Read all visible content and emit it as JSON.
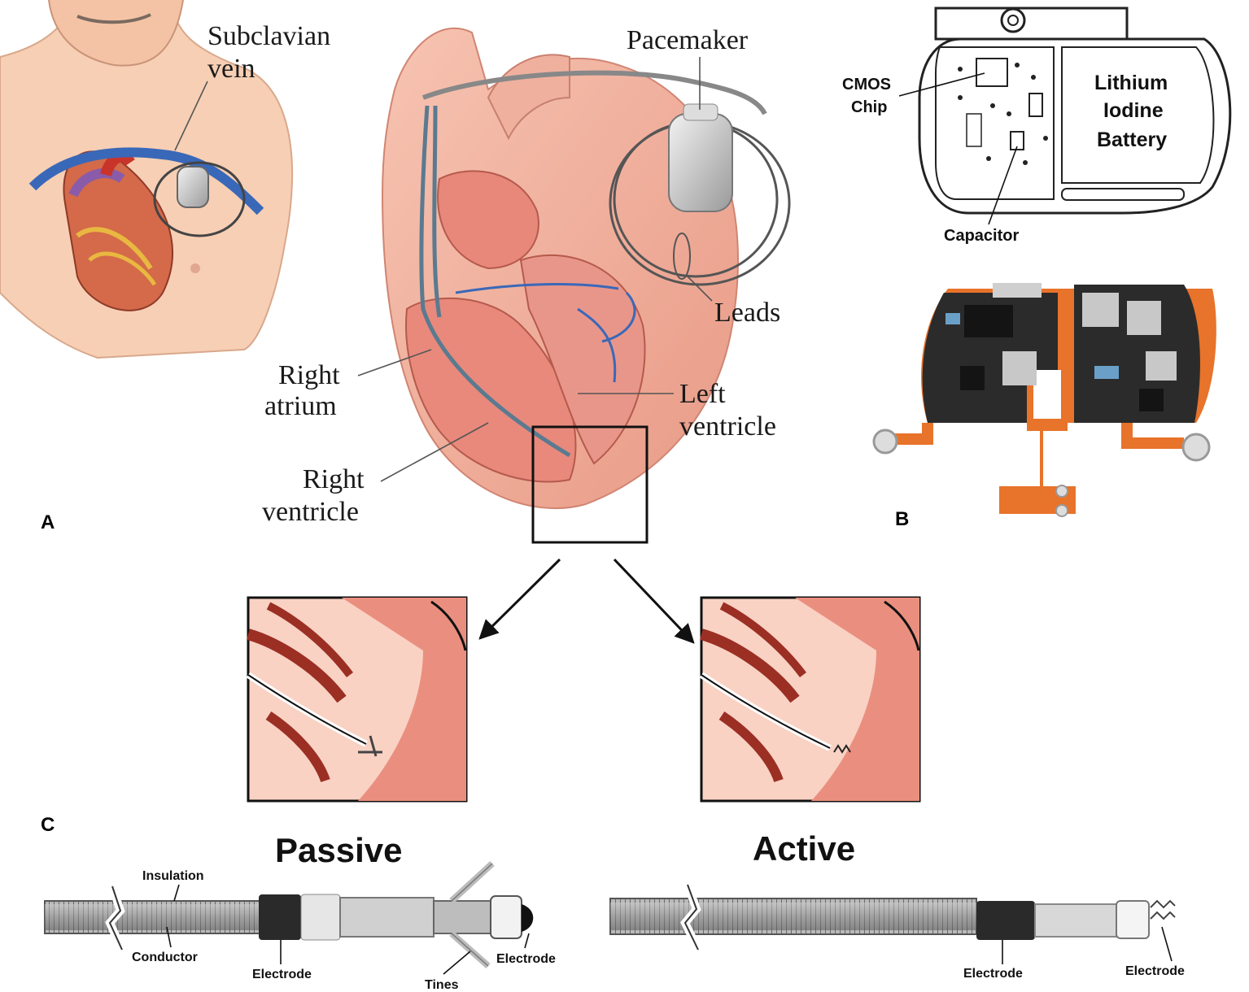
{
  "panel_a": {
    "letter": "A",
    "subclavian_line1": "Subclavian",
    "subclavian_line2": "vein",
    "pacemaker": "Pacemaker",
    "leads": "Leads",
    "right_atrium_line1": "Right",
    "right_atrium_line2": "atrium",
    "left_ventricle_line1": "Left",
    "left_ventricle_line2": "ventricle",
    "right_ventricle_line1": "Right",
    "right_ventricle_line2": "ventricle"
  },
  "panel_b": {
    "letter": "B",
    "cmos_line1": "CMOS",
    "cmos_line2": "Chip",
    "battery_line1": "Lithium",
    "battery_line2": "Iodine",
    "battery_line3": "Battery",
    "capacitor": "Capacitor"
  },
  "panel_c": {
    "letter": "C",
    "passive": {
      "title": "Passive",
      "insulation": "Insulation",
      "conductor": "Conductor",
      "electrode_ring": "Electrode",
      "tines": "Tines",
      "electrode_tip": "Electrode"
    },
    "active": {
      "title": "Active",
      "electrode_ring": "Electrode",
      "electrode_tip": "Electrode"
    }
  },
  "colors": {
    "skin": "#f6cdb2",
    "heart_tissue": "#e8897c",
    "vein_blue": "#3a68b8",
    "artery_red": "#c8342a",
    "pcb_orange": "#e8732a",
    "pcb_dark": "#2b2b2b"
  }
}
